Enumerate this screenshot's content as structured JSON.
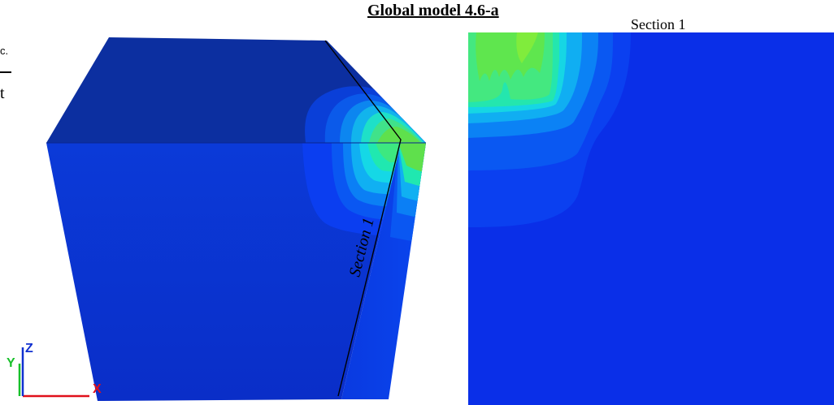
{
  "title": "Global model 4.6-a",
  "section_label": "Section 1",
  "cube_section_label": "Section 1",
  "left_fragment_top": "c.",
  "left_fragment_bottom": "t",
  "axes": {
    "x": "X",
    "y": "Y",
    "z": "Z"
  },
  "colors": {
    "background_field": "#0a2fe0",
    "top_face": "#0c2fa0",
    "front_face": "#0b32d6",
    "side_face": "#0a36e8",
    "contour_levels": [
      "#0b3ef0",
      "#0a57f2",
      "#0b7ff5",
      "#10b0f2",
      "#15d8e6",
      "#20e8b0",
      "#3de880",
      "#5fe84a"
    ]
  }
}
